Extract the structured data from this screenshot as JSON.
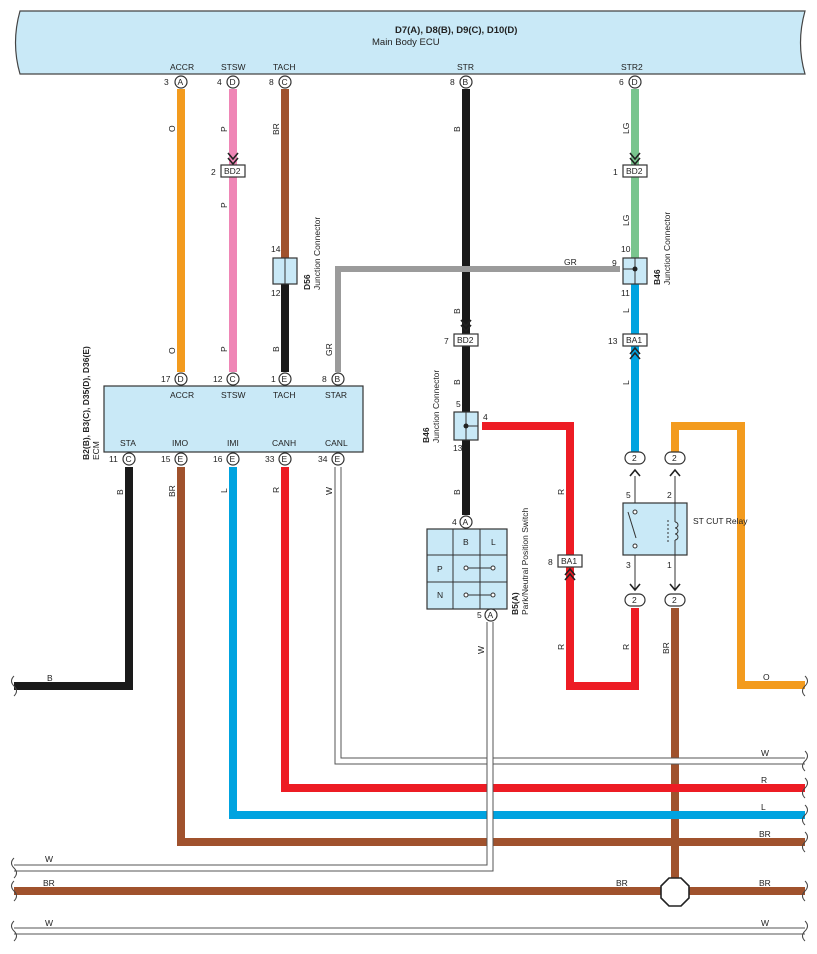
{
  "ecu_main": {
    "title": "D7(A), D8(B), D9(C), D10(D)",
    "subtitle": "Main Body ECU",
    "pins": [
      {
        "name": "ACCR",
        "num": "3",
        "conn": "A",
        "wire": "O"
      },
      {
        "name": "STSW",
        "num": "4",
        "conn": "D",
        "wire": "P"
      },
      {
        "name": "TACH",
        "num": "8",
        "conn": "C",
        "wire": "BR"
      },
      {
        "name": "STR",
        "num": "8",
        "conn": "B",
        "wire": "B"
      },
      {
        "name": "STR2",
        "num": "6",
        "conn": "D",
        "wire": "LG"
      }
    ]
  },
  "ecm": {
    "title": "B2(B), B3(C), D35(D), D36(E)",
    "subtitle": "ECM",
    "top_pins": [
      {
        "name": "ACCR",
        "num": "17",
        "conn": "D",
        "wire": "O"
      },
      {
        "name": "STSW",
        "num": "12",
        "conn": "C",
        "wire": "P"
      },
      {
        "name": "TACH",
        "num": "1",
        "conn": "E",
        "wire": "B"
      },
      {
        "name": "STAR",
        "num": "8",
        "conn": "B",
        "wire": "GR"
      }
    ],
    "bottom_pins": [
      {
        "name": "STA",
        "num": "11",
        "conn": "C",
        "wire": "B"
      },
      {
        "name": "IMO",
        "num": "15",
        "conn": "E",
        "wire": "BR"
      },
      {
        "name": "IMI",
        "num": "16",
        "conn": "E",
        "wire": "L"
      },
      {
        "name": "CANH",
        "num": "33",
        "conn": "E",
        "wire": "R"
      },
      {
        "name": "CANL",
        "num": "34",
        "conn": "E",
        "wire": "W"
      }
    ]
  },
  "junctions": {
    "d56": {
      "id": "D56",
      "label": "Junction Connector",
      "pin_top": "14",
      "pin_bottom": "12"
    },
    "b46_upper": {
      "id": "B46",
      "label": "Junction Connector",
      "pin_top": "10",
      "pin_left": "9",
      "pin_bottom": "11"
    },
    "b46_lower": {
      "id": "B46",
      "label": "Junction Connector",
      "pin_top": "5",
      "pin_right": "4",
      "pin_bottom": "13"
    }
  },
  "connectors": {
    "bd2_stsw": {
      "label": "BD2",
      "pin": "2"
    },
    "bd2_str": {
      "label": "BD2",
      "pin": "7"
    },
    "bd2_str2": {
      "label": "BD2",
      "pin": "1"
    },
    "ba1_l": {
      "label": "BA1",
      "pin": "13"
    },
    "ba1_r": {
      "label": "BA1",
      "pin": "8"
    }
  },
  "switch": {
    "id": "B5(A)",
    "name": "Park/Neutral Position Switch",
    "pin_in": "4",
    "conn_in": "A",
    "pin_out": "5",
    "conn_out": "A",
    "headers": [
      "B",
      "L"
    ],
    "rows": [
      "P",
      "N"
    ]
  },
  "relay": {
    "name": "ST CUT Relay",
    "pins": [
      "5",
      "2",
      "3",
      "1"
    ],
    "conn": "2"
  },
  "wire_labels": {
    "gr": "GR",
    "b": "B",
    "br": "BR",
    "w": "W",
    "r": "R",
    "l": "L",
    "o": "O",
    "lg": "LG",
    "p": "P"
  },
  "colors": {
    "orange": "#F39B1E",
    "pink": "#EF86B6",
    "brown": "#A0522D",
    "black": "#1a1a1a",
    "green": "#79C58E",
    "gray": "#9B9B9B",
    "red": "#ED1C24",
    "blue": "#00A3E0",
    "white": "#ffffff",
    "box": "#C9E9F7"
  }
}
